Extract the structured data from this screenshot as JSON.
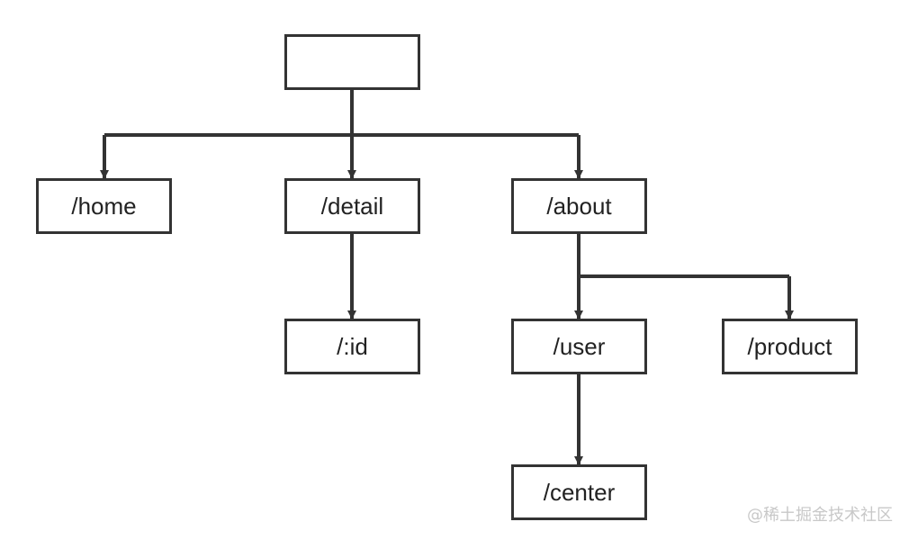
{
  "diagram": {
    "line_color": "#333333",
    "nodes": {
      "root": {
        "label": ""
      },
      "home": {
        "label": "/home"
      },
      "detail": {
        "label": "/detail"
      },
      "about": {
        "label": "/about"
      },
      "id": {
        "label": "/:id"
      },
      "user": {
        "label": "/user"
      },
      "product": {
        "label": "/product"
      },
      "center": {
        "label": "/center"
      }
    },
    "edges": [
      {
        "from": "root",
        "to": "home"
      },
      {
        "from": "root",
        "to": "detail"
      },
      {
        "from": "root",
        "to": "about"
      },
      {
        "from": "detail",
        "to": "id"
      },
      {
        "from": "about",
        "to": "user"
      },
      {
        "from": "about",
        "to": "product"
      },
      {
        "from": "user",
        "to": "center"
      }
    ]
  },
  "watermark": {
    "text": "@稀土掘金技术社区"
  }
}
